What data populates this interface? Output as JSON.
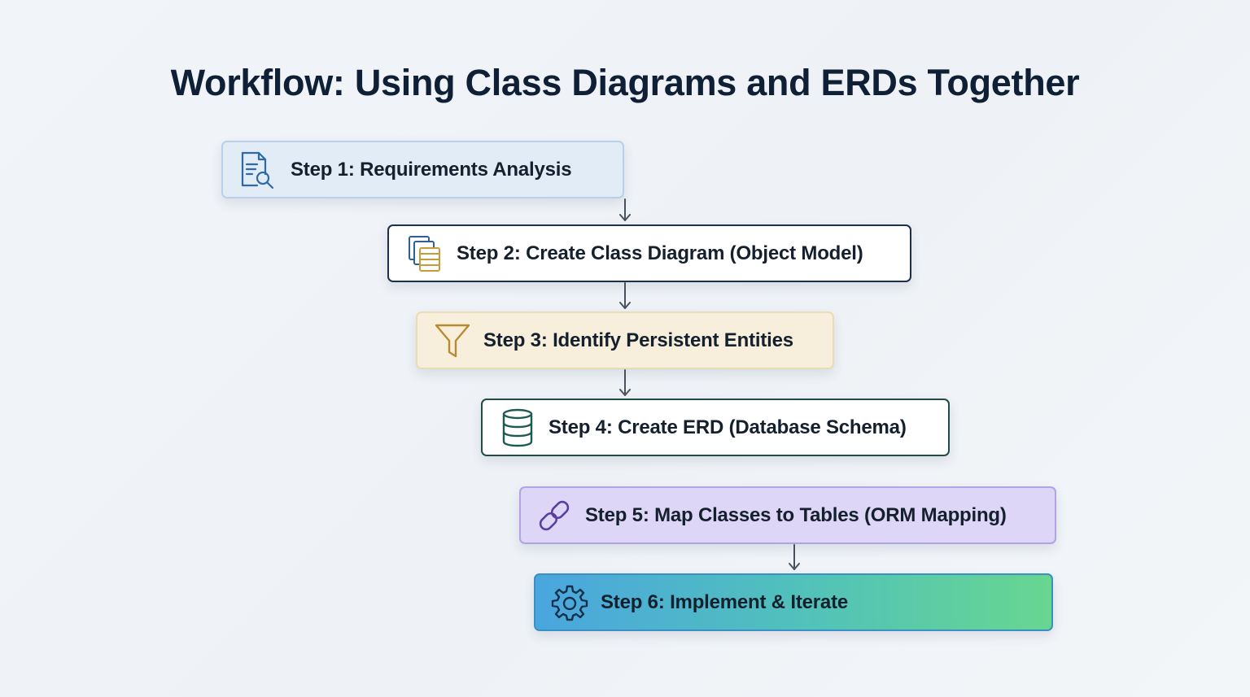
{
  "title": "Workflow: Using Class Diagrams and ERDs Together",
  "steps": [
    {
      "label": "Step 1: Requirements Analysis",
      "icon": "document-search-icon",
      "fill": "#e1ecf7",
      "border": "#b9d0ea"
    },
    {
      "label": "Step 2: Create Class Diagram (Object Model)",
      "icon": "stacked-pages-icon",
      "fill": "#ffffff",
      "border": "#1d2f4b"
    },
    {
      "label": "Step 3: Identify Persistent Entities",
      "icon": "funnel-icon",
      "fill": "#f7efdc",
      "border": "#ecdcb5"
    },
    {
      "label": "Step 4: Create ERD (Database Schema)",
      "icon": "database-icon",
      "fill": "#ffffff",
      "border": "#1f4d47"
    },
    {
      "label": "Step 5: Map Classes to Tables (ORM Mapping)",
      "icon": "link-icon",
      "fill": "#ddd6f6",
      "border": "#b2a3e4"
    },
    {
      "label": "Step 6: Implement & Iterate",
      "icon": "gear-icon",
      "fill": "#4aa6df",
      "border": "#3b8fc4"
    }
  ],
  "connections": [
    {
      "from": 1,
      "to": 2
    },
    {
      "from": 2,
      "to": 3
    },
    {
      "from": 3,
      "to": 4
    },
    {
      "from": 5,
      "to": 6
    }
  ]
}
